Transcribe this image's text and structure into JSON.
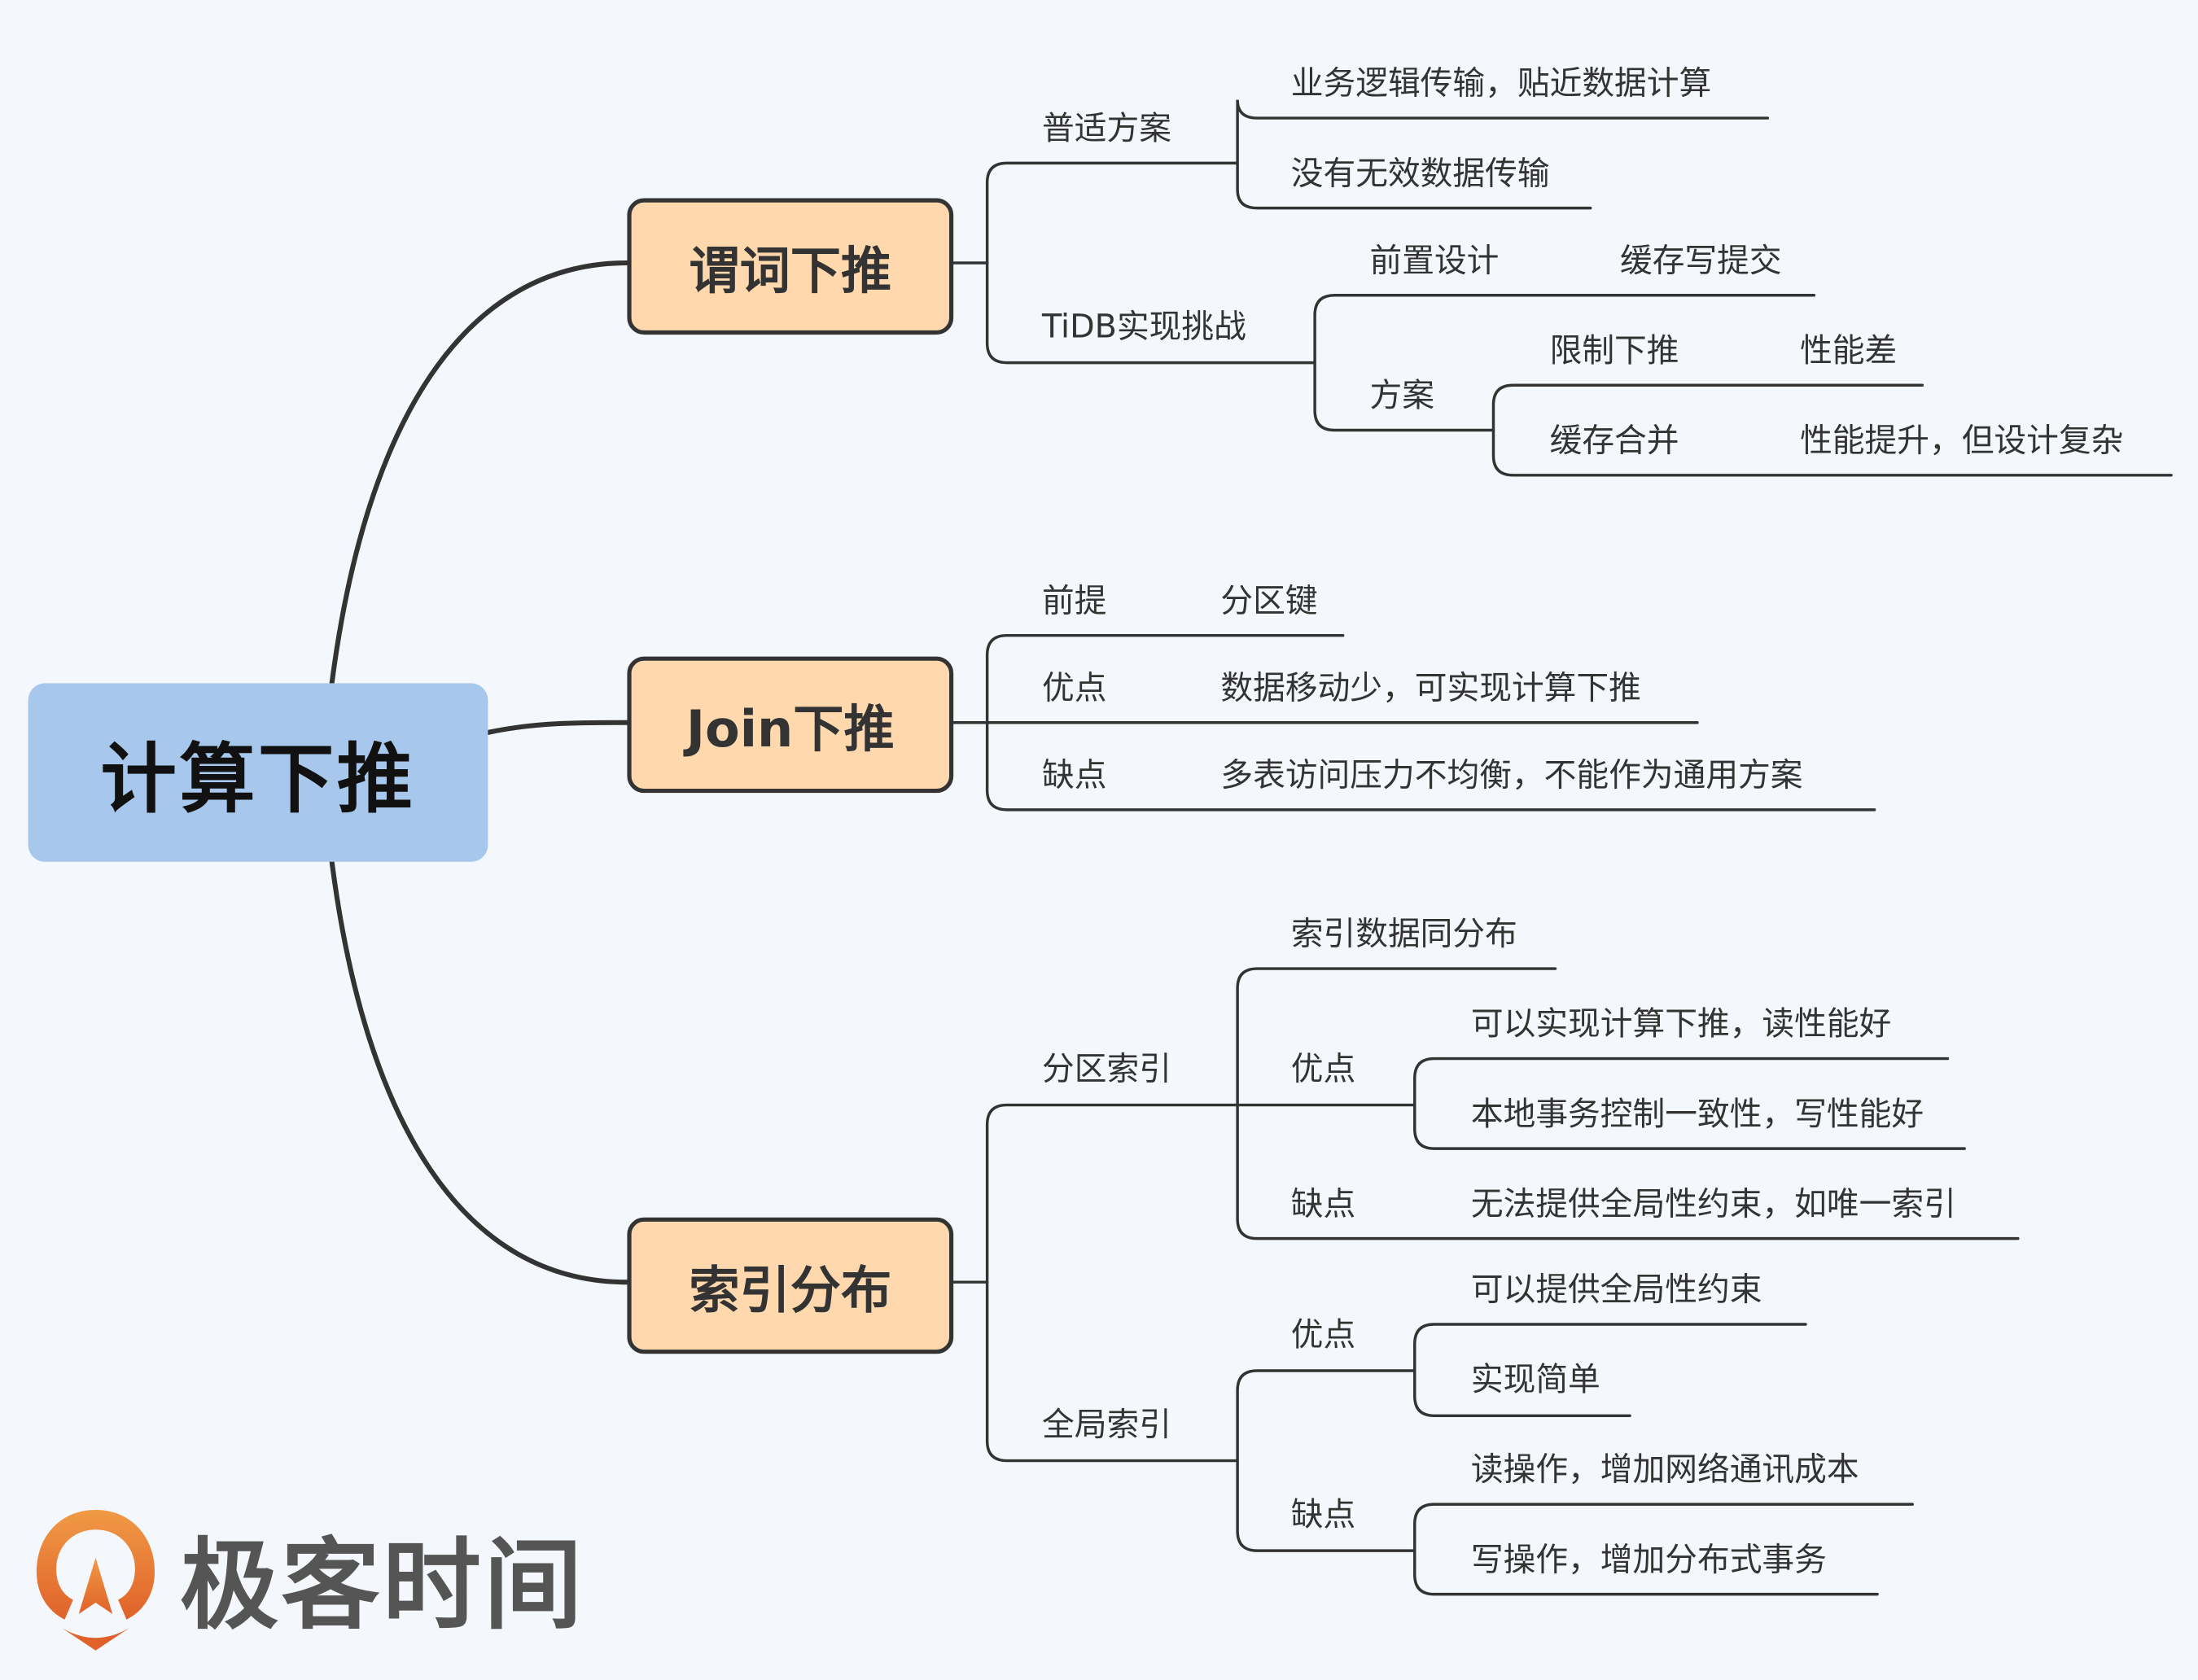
{
  "root": {
    "label": "计算下推"
  },
  "topics": [
    {
      "label": "谓词下推",
      "children": [
        {
          "label": "普适方案",
          "children": [
            "业务逻辑传输，贴近数据计算",
            "没有无效数据传输"
          ]
        },
        {
          "label": "TiDB实现挑战",
          "children": [
            {
              "label": "前置设计",
              "value": "缓存写提交"
            },
            {
              "label": "方案",
              "children": [
                {
                  "label": "限制下推",
                  "value": "性能差"
                },
                {
                  "label": "缓存合并",
                  "value": "性能提升，但设计复杂"
                }
              ]
            }
          ]
        }
      ]
    },
    {
      "label": "Join下推",
      "children": [
        {
          "label": "前提",
          "value": "分区键"
        },
        {
          "label": "优点",
          "value": "数据移动少，可实现计算下推"
        },
        {
          "label": "缺点",
          "value": "多表访问压力不均衡，不能作为通用方案"
        }
      ]
    },
    {
      "label": "索引分布",
      "children": [
        {
          "label": "分区索引",
          "children": [
            {
              "label": "索引数据同分布"
            },
            {
              "label": "优点",
              "children": [
                "可以实现计算下推，读性能好",
                "本地事务控制一致性，写性能好"
              ]
            },
            {
              "label": "缺点",
              "value": "无法提供全局性约束，如唯一索引"
            }
          ]
        },
        {
          "label": "全局索引",
          "children": [
            {
              "label": "优点",
              "children": [
                "可以提供全局性约束",
                "实现简单"
              ]
            },
            {
              "label": "缺点",
              "children": [
                "读操作，增加网络通讯成本",
                "写操作，增加分布式事务"
              ]
            }
          ]
        }
      ]
    }
  ],
  "logo": {
    "text": "极客时间",
    "icon": "geektime-logo-icon"
  },
  "colors": {
    "background": "#F4F7FB",
    "root_fill": "#A7C8EC",
    "topic_fill": "#FFD8AE",
    "line": "#333333",
    "logo_orange": "#E8742E"
  }
}
